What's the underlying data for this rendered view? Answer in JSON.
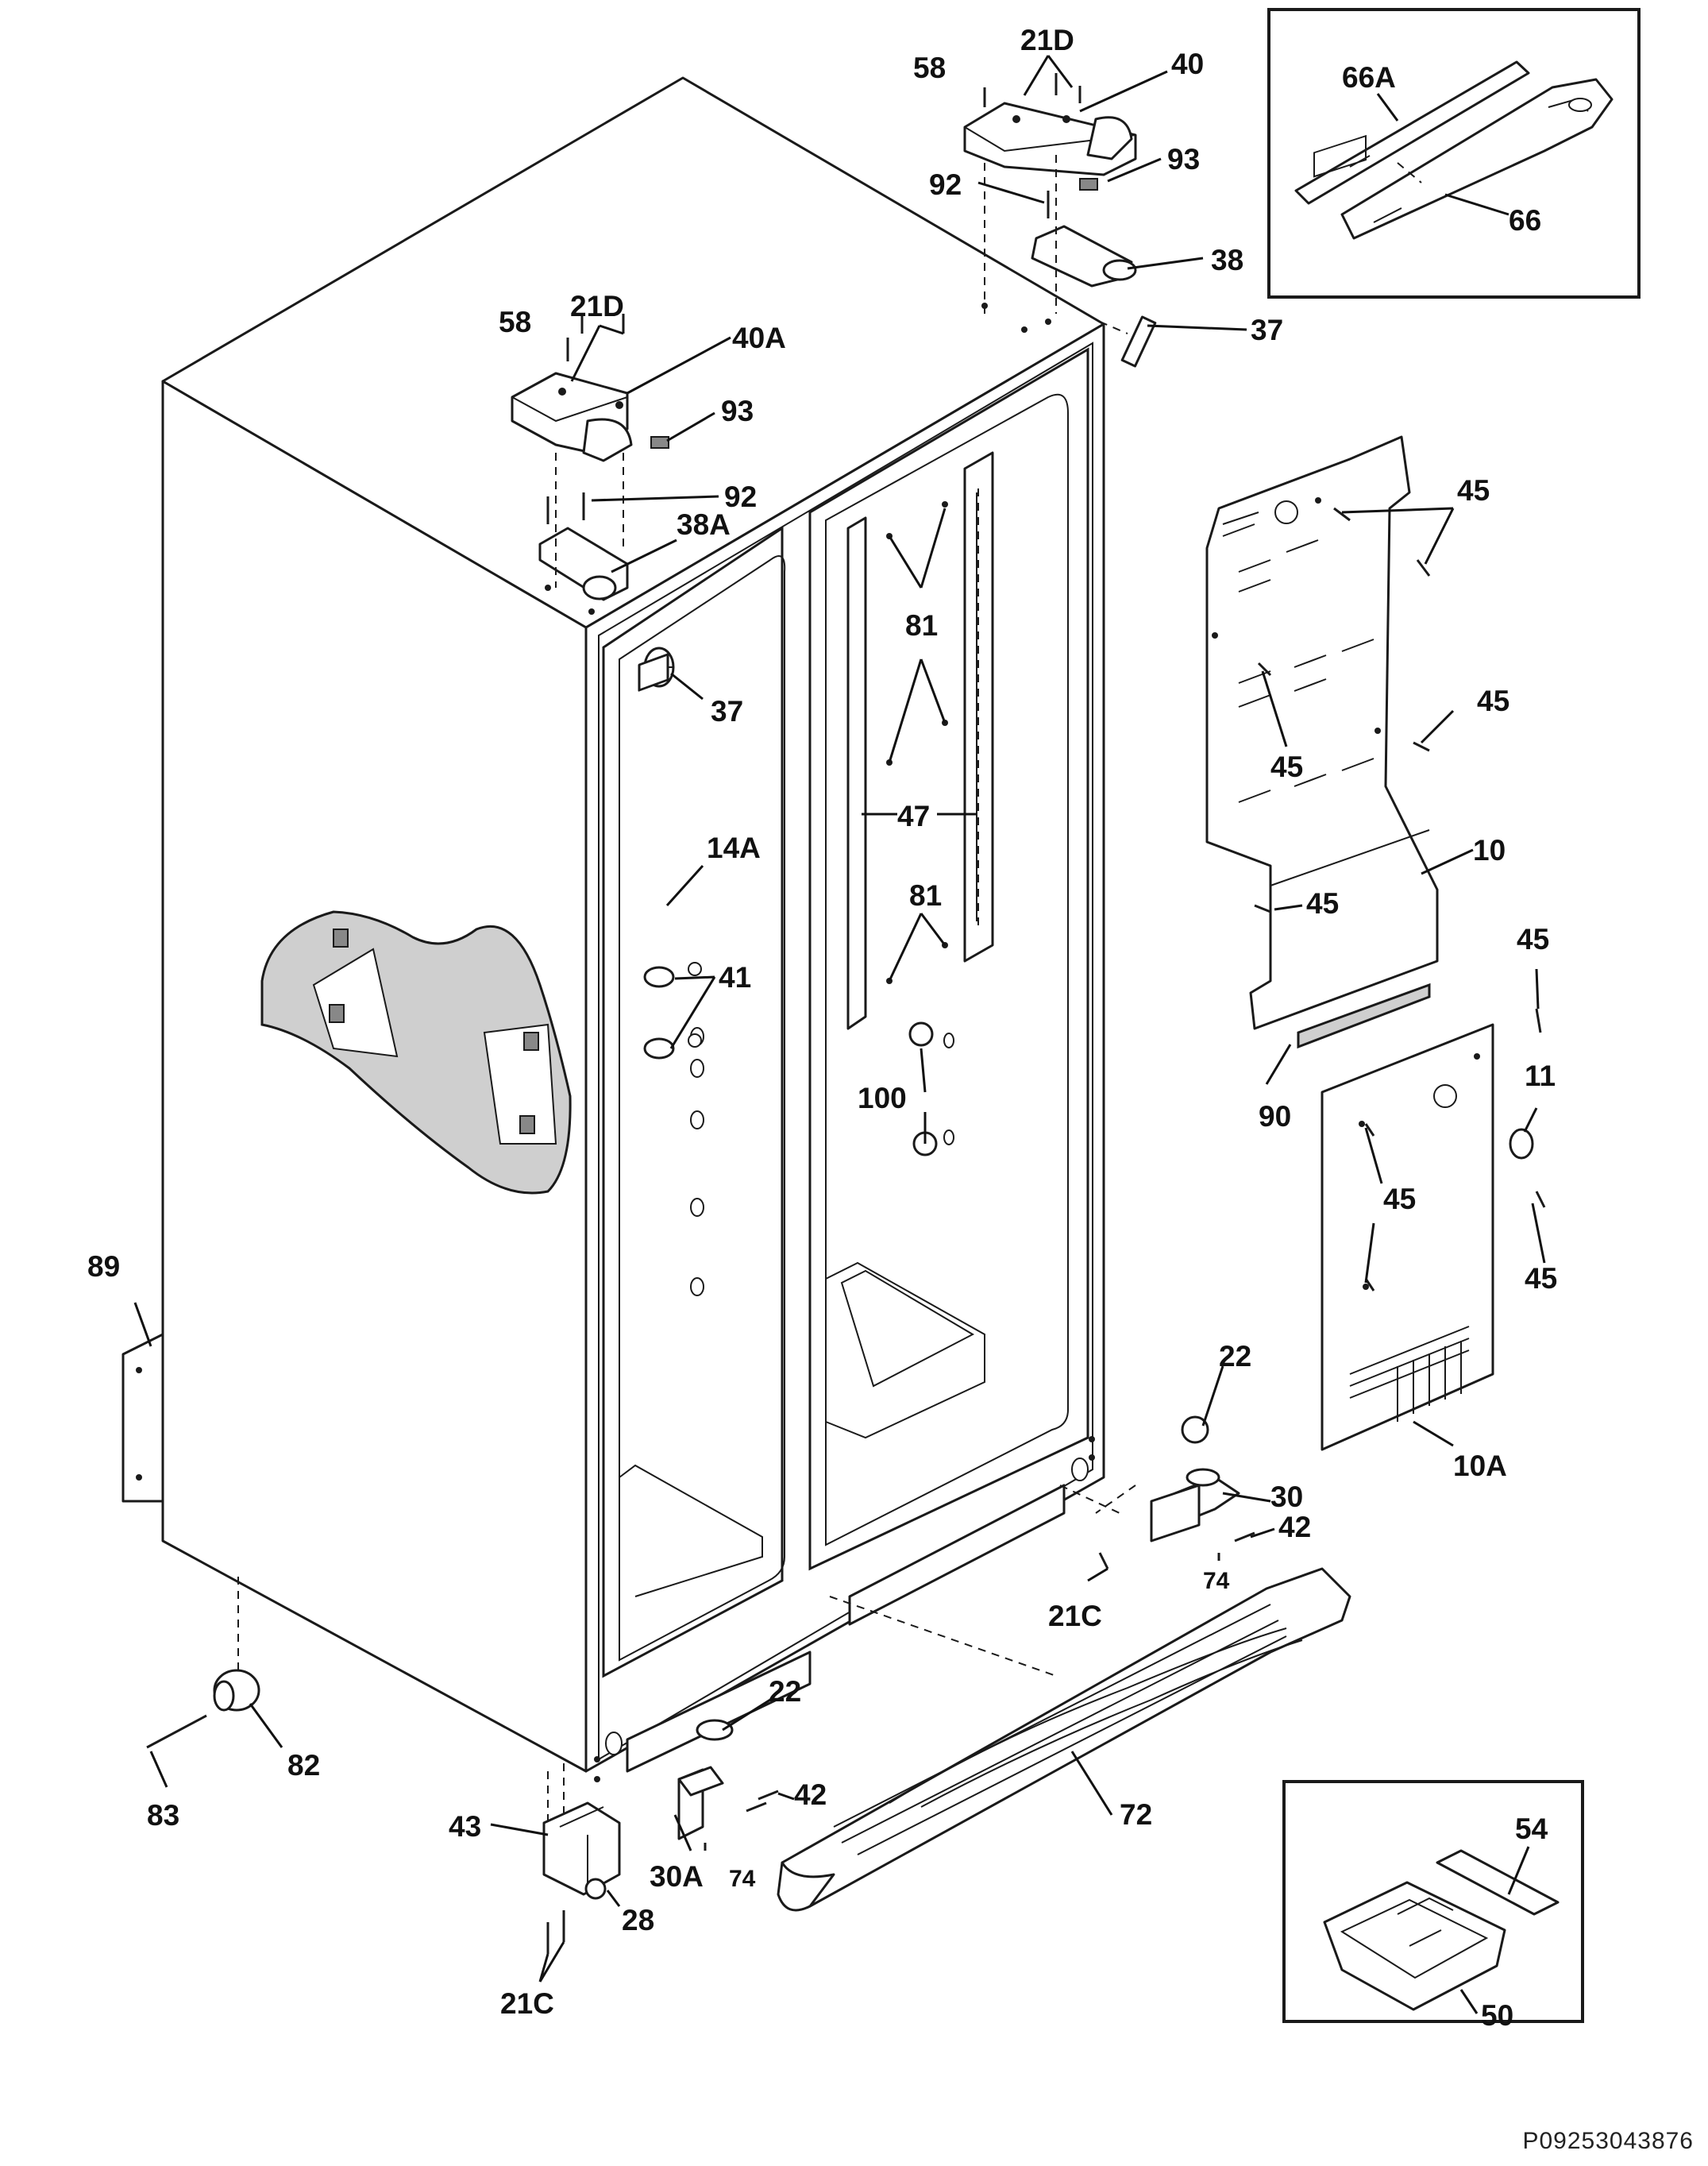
{
  "diagram": {
    "reference_code": "P09253043876",
    "callouts": [
      {
        "id": "21D-top",
        "text": "21D"
      },
      {
        "id": "58-top",
        "text": "58"
      },
      {
        "id": "40",
        "text": "40"
      },
      {
        "id": "93-top",
        "text": "93"
      },
      {
        "id": "92-top",
        "text": "92"
      },
      {
        "id": "38",
        "text": "38"
      },
      {
        "id": "37-top",
        "text": "37"
      },
      {
        "id": "21D-left",
        "text": "21D"
      },
      {
        "id": "58-left",
        "text": "58"
      },
      {
        "id": "40A",
        "text": "40A"
      },
      {
        "id": "93-left",
        "text": "93"
      },
      {
        "id": "92-left",
        "text": "92"
      },
      {
        "id": "38A",
        "text": "38A"
      },
      {
        "id": "37-left",
        "text": "37"
      },
      {
        "id": "14A",
        "text": "14A"
      },
      {
        "id": "41",
        "text": "41"
      },
      {
        "id": "81-a",
        "text": "81"
      },
      {
        "id": "47",
        "text": "47"
      },
      {
        "id": "81-b",
        "text": "81"
      },
      {
        "id": "100",
        "text": "100"
      },
      {
        "id": "45-a",
        "text": "45"
      },
      {
        "id": "45-b",
        "text": "45"
      },
      {
        "id": "45-c",
        "text": "45"
      },
      {
        "id": "10",
        "text": "10"
      },
      {
        "id": "45-d",
        "text": "45"
      },
      {
        "id": "45-e",
        "text": "45"
      },
      {
        "id": "11",
        "text": "11"
      },
      {
        "id": "90",
        "text": "90"
      },
      {
        "id": "45-f",
        "text": "45"
      },
      {
        "id": "45-g",
        "text": "45"
      },
      {
        "id": "10A",
        "text": "10A"
      },
      {
        "id": "22-right",
        "text": "22"
      },
      {
        "id": "30",
        "text": "30"
      },
      {
        "id": "42-right",
        "text": "42"
      },
      {
        "id": "74-right",
        "text": "74"
      },
      {
        "id": "21C-right",
        "text": "21C"
      },
      {
        "id": "89",
        "text": "89"
      },
      {
        "id": "22-left",
        "text": "22"
      },
      {
        "id": "42-left",
        "text": "42"
      },
      {
        "id": "30A",
        "text": "30A"
      },
      {
        "id": "74-left",
        "text": "74"
      },
      {
        "id": "72",
        "text": "72"
      },
      {
        "id": "82",
        "text": "82"
      },
      {
        "id": "83",
        "text": "83"
      },
      {
        "id": "43",
        "text": "43"
      },
      {
        "id": "28",
        "text": "28"
      },
      {
        "id": "21C-left",
        "text": "21C"
      },
      {
        "id": "66A",
        "text": "66A"
      },
      {
        "id": "66",
        "text": "66"
      },
      {
        "id": "54",
        "text": "54"
      },
      {
        "id": "50",
        "text": "50"
      }
    ]
  }
}
